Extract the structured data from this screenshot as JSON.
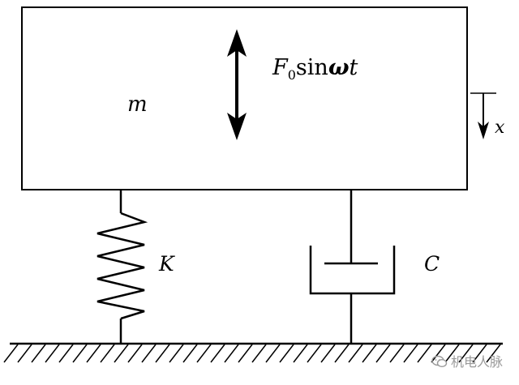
{
  "labels": {
    "mass": "m",
    "force_F": "F",
    "force_sub": "0",
    "force_sin": "sin",
    "force_omega": "ω",
    "force_t": "t",
    "displacement": "x",
    "spring": "K",
    "damper": "C"
  },
  "watermark": {
    "icon": "wechat-icon",
    "text": "机电人脉"
  },
  "colors": {
    "line": "#000000",
    "hatch": "#000000",
    "watermark": "#9a9a9a"
  }
}
